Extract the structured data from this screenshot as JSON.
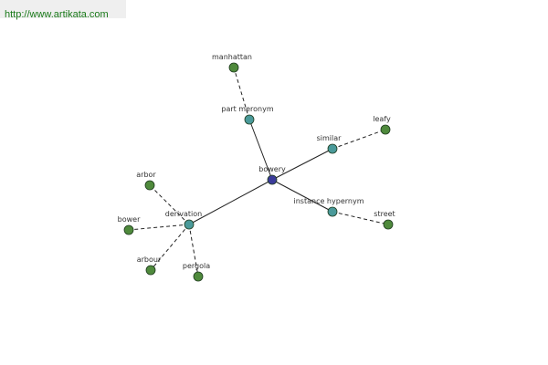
{
  "watermark": {
    "url_text": "http://www.artikata.com"
  },
  "colors": {
    "center": "#3b3b9a",
    "relation": "#4a9a9a",
    "leaf": "#4f8a3c",
    "edge": "#222222"
  },
  "graph": {
    "center": "bowery",
    "relations": [
      "part meronym",
      "similar",
      "instance hypernym",
      "derivation"
    ],
    "leaves": [
      "manhattan",
      "leafy",
      "street",
      "arbor",
      "bower",
      "arbour",
      "pergola"
    ],
    "edges": [
      {
        "from": "bowery",
        "to": "part meronym",
        "style": "solid"
      },
      {
        "from": "bowery",
        "to": "similar",
        "style": "solid"
      },
      {
        "from": "bowery",
        "to": "instance hypernym",
        "style": "solid"
      },
      {
        "from": "bowery",
        "to": "derivation",
        "style": "solid"
      },
      {
        "from": "part meronym",
        "to": "manhattan",
        "style": "dashed"
      },
      {
        "from": "similar",
        "to": "leafy",
        "style": "dashed"
      },
      {
        "from": "instance hypernym",
        "to": "street",
        "style": "dashed"
      },
      {
        "from": "derivation",
        "to": "arbor",
        "style": "dashed"
      },
      {
        "from": "derivation",
        "to": "bower",
        "style": "dashed"
      },
      {
        "from": "derivation",
        "to": "arbour",
        "style": "dashed"
      },
      {
        "from": "derivation",
        "to": "pergola",
        "style": "dashed"
      }
    ]
  }
}
